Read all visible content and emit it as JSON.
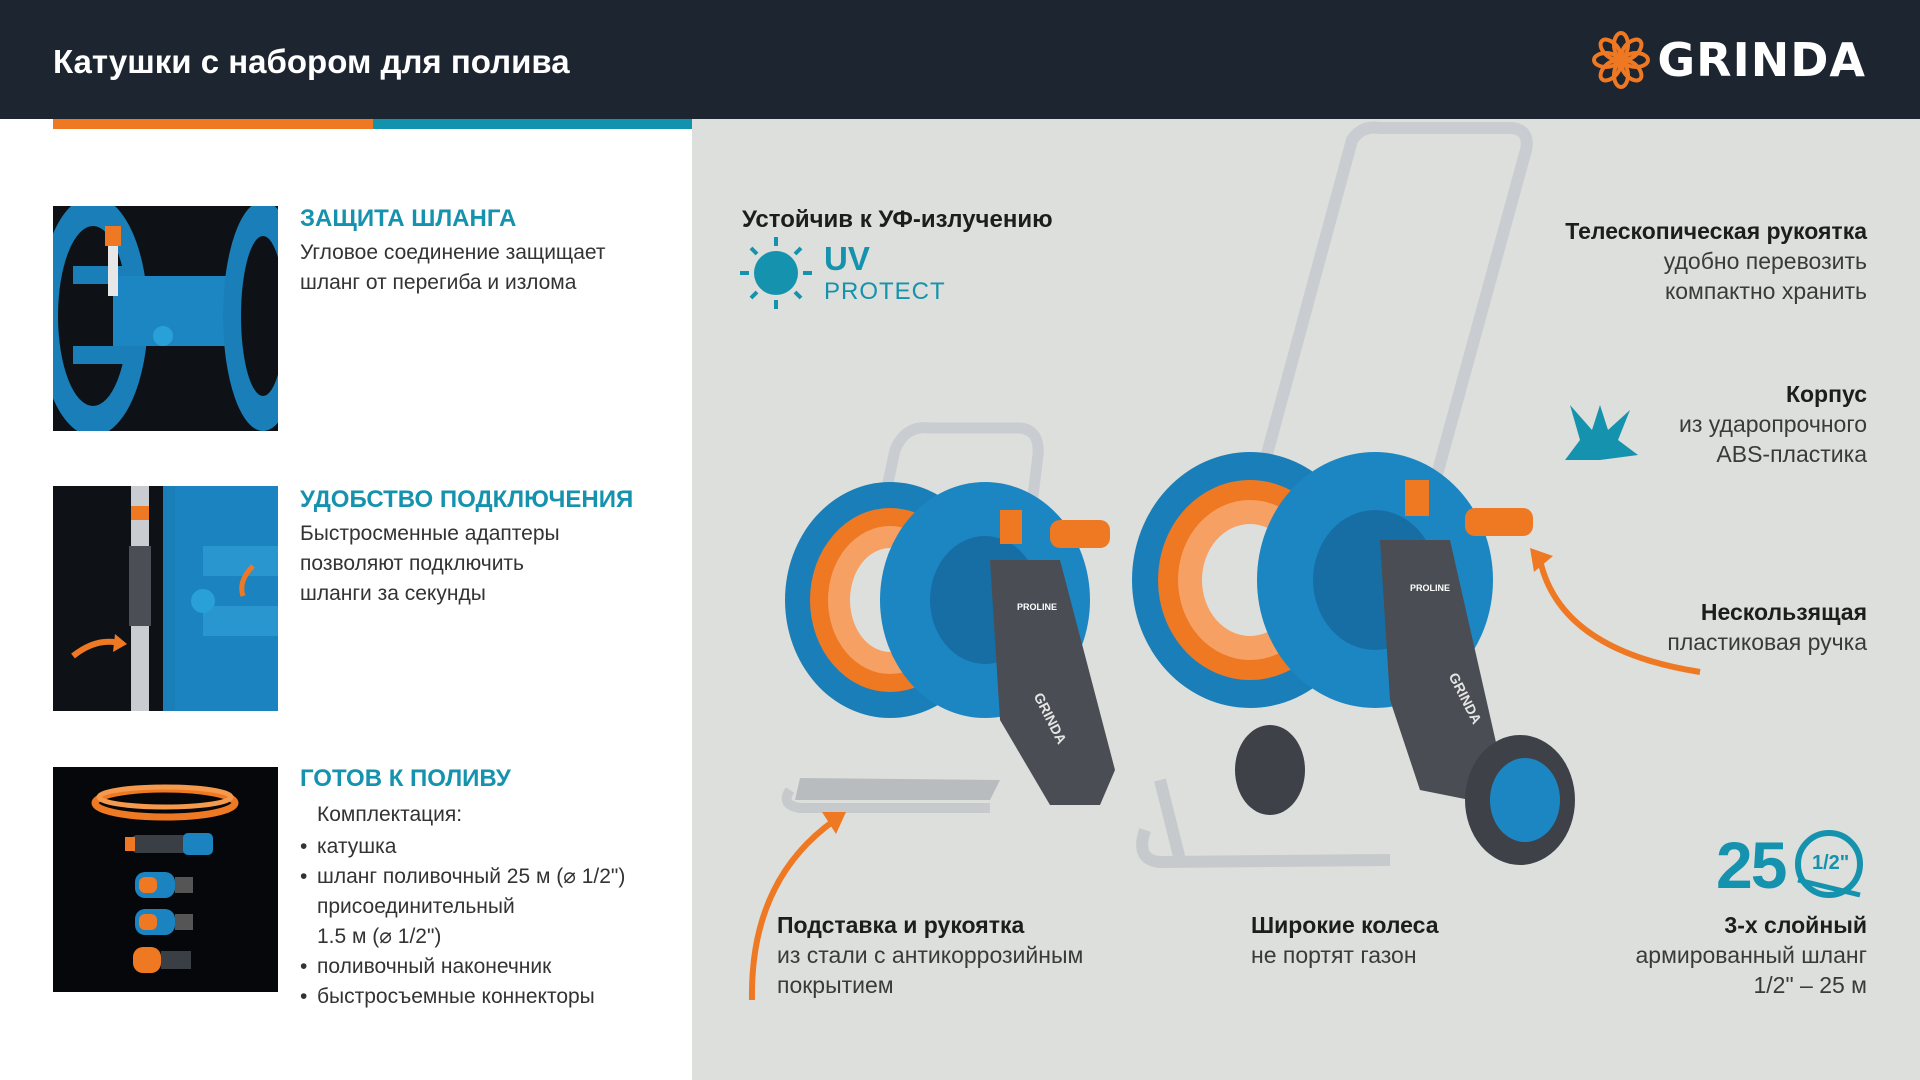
{
  "header": {
    "title": "Катушки с набором для полива",
    "logo_text": "GRINDA"
  },
  "colors": {
    "header_bg": "#1d2530",
    "accent_orange": "#ef7823",
    "accent_teal": "#1192ad",
    "panel_bg": "#dcdfdb"
  },
  "features": [
    {
      "title": "ЗАЩИТА ШЛАНГА",
      "lines": [
        "Угловое соединение защищает",
        "шланг от перегиба и излома"
      ]
    },
    {
      "title": "УДОБСТВО ПОДКЛЮЧЕНИЯ",
      "lines": [
        "Быстросменные адаптеры",
        "позволяют подключить",
        "шланги за секунды"
      ]
    },
    {
      "title": "ГОТОВ К ПОЛИВУ",
      "kit_label": "Комплектация:",
      "items": [
        {
          "line1": "катушка"
        },
        {
          "line1": "шланг поливочный 25 м (⌀ 1/2\")",
          "line2": "присоединительный",
          "line3": "1.5 м (⌀ 1/2\")"
        },
        {
          "line1": "поливочный наконечник"
        },
        {
          "line1": "быстросъемные коннекторы"
        }
      ]
    }
  ],
  "uv": {
    "title": "Устойчив к УФ-излучению",
    "word": "UV",
    "protect": "PROTECT"
  },
  "callouts": {
    "handle": {
      "title": "Телескопическая рукоятка",
      "line1": "удобно перевозить",
      "line2": "компактно хранить"
    },
    "body": {
      "title": "Корпус",
      "line1": "из ударопрочного",
      "line2": "ABS-пластика"
    },
    "grip": {
      "title": "Нескользящая",
      "line1": "пластиковая ручка"
    },
    "stand": {
      "title": "Подставка и рукоятка",
      "line1": "из стали с антикоррозийным",
      "line2": "покрытием"
    },
    "wheels": {
      "title": "Широкие колеса",
      "line1": "не портят газон"
    },
    "hose": {
      "title": "3-х слойный",
      "line1": "армированный шланг",
      "line2": "1/2\" – 25 м"
    }
  },
  "badge": {
    "number": "25",
    "fraction": "1/2\""
  },
  "product_labels": {
    "brand_on_reel": "GRINDA",
    "hub_text": "PROLINE"
  },
  "icons": [
    "sun-icon",
    "impact-icon",
    "arrow-icon",
    "flower-logo-icon"
  ]
}
